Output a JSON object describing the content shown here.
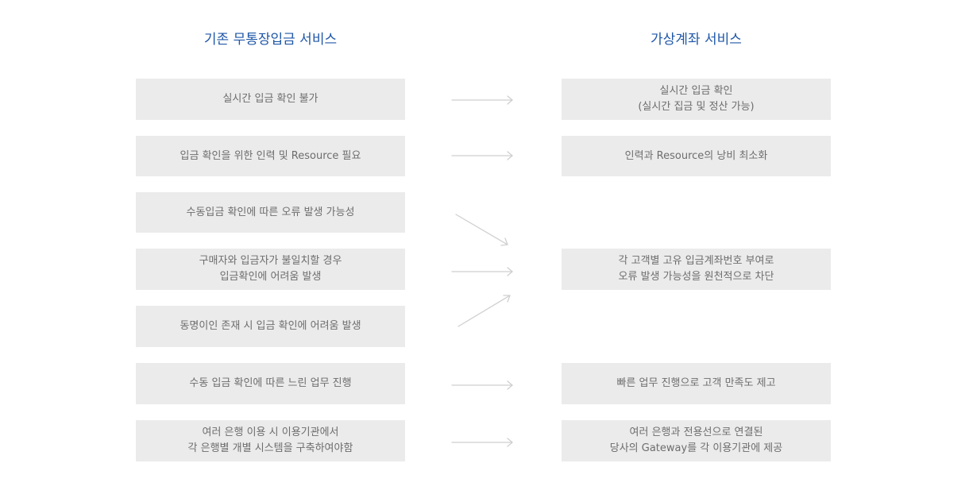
{
  "headings": {
    "left": "기존 무통장입금 서비스",
    "right": "가상계좌 서비스"
  },
  "left_items": [
    {
      "line1": "실시간 입금 확인 불가",
      "line2": ""
    },
    {
      "line1": "입금 확인을 위한 인력 및 Resource 필요",
      "line2": ""
    },
    {
      "line1": "수동입금 확인에 따른 오류 발생 가능성",
      "line2": ""
    },
    {
      "line1": "구매자와 입금자가 불일치할 경우",
      "line2": "입금확인에 어려움 발생"
    },
    {
      "line1": "동명이인 존재 시 입금 확인에 어려움 발생",
      "line2": ""
    },
    {
      "line1": "수동 입금 확인에 따른 느린 업무 진행",
      "line2": ""
    },
    {
      "line1": "여러 은행 이용 시 이용기관에서",
      "line2": "각 은행별 개별 시스템을 구축하여야함"
    }
  ],
  "right_items": [
    {
      "line1": "실시간 입금 확인",
      "line2": "(실시간 집금 및 정산 가능)"
    },
    {
      "line1": "인력과 Resource의 낭비 최소화",
      "line2": ""
    },
    {
      "line1": "각 고객별 고유 입금계좌번호 부여로",
      "line2": "오류 발생 가능성을 원천적으로 차단"
    },
    {
      "line1": "빠른 업무 진행으로 고객 만족도 제고",
      "line2": ""
    },
    {
      "line1": "여러 은행과 전용선으로 연결된",
      "line2": "당사의 Gateway를 각 이용기관에 제공"
    }
  ]
}
